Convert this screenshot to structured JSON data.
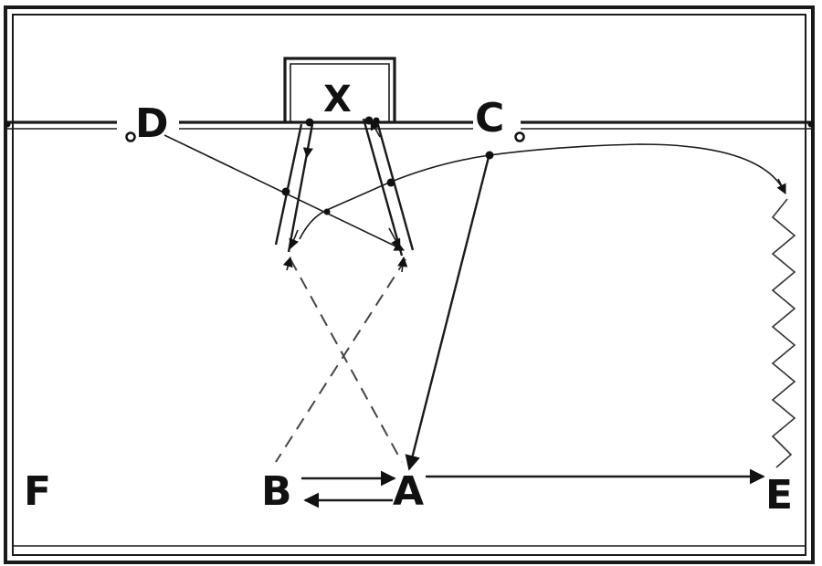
{
  "diagram": {
    "labels": {
      "D": "D",
      "X": "X",
      "C": "C",
      "F": "F",
      "B": "B",
      "A": "A",
      "E": "E"
    }
  }
}
